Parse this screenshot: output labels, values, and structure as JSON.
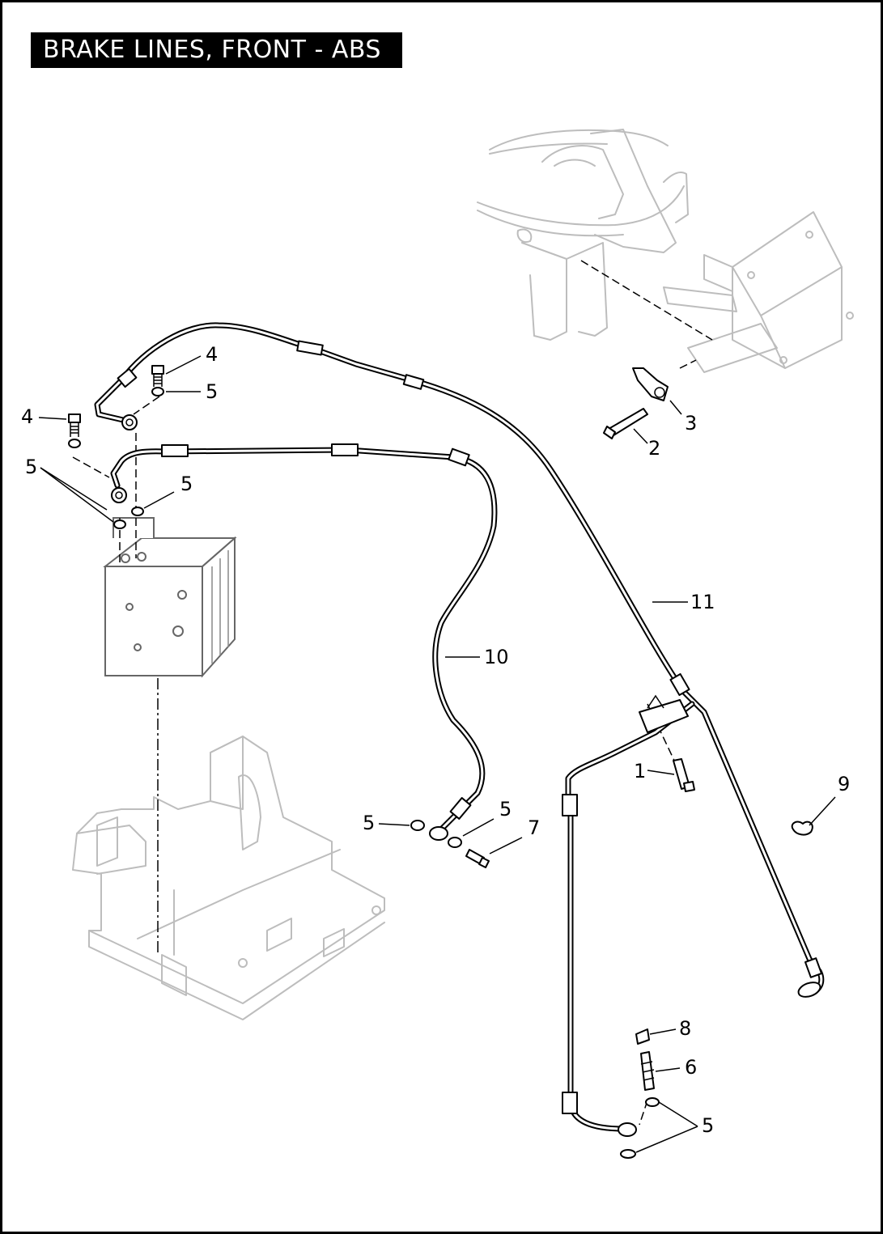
{
  "title": "BRAKE LINES, FRONT - ABS",
  "callouts": [
    {
      "id": "callout-4-top",
      "label": "4"
    },
    {
      "id": "callout-5-top",
      "label": "5"
    },
    {
      "id": "callout-4-left",
      "label": "4"
    },
    {
      "id": "callout-5-left",
      "label": "5"
    },
    {
      "id": "callout-5-mid",
      "label": "5"
    },
    {
      "id": "callout-3",
      "label": "3"
    },
    {
      "id": "callout-2",
      "label": "2"
    },
    {
      "id": "callout-11",
      "label": "11"
    },
    {
      "id": "callout-10",
      "label": "10"
    },
    {
      "id": "callout-1",
      "label": "1"
    },
    {
      "id": "callout-9",
      "label": "9"
    },
    {
      "id": "callout-5-lower-left",
      "label": "5"
    },
    {
      "id": "callout-5-lower-right",
      "label": "5"
    },
    {
      "id": "callout-7",
      "label": "7"
    },
    {
      "id": "callout-8",
      "label": "8"
    },
    {
      "id": "callout-6",
      "label": "6"
    },
    {
      "id": "callout-5-bottom",
      "label": "5"
    }
  ]
}
